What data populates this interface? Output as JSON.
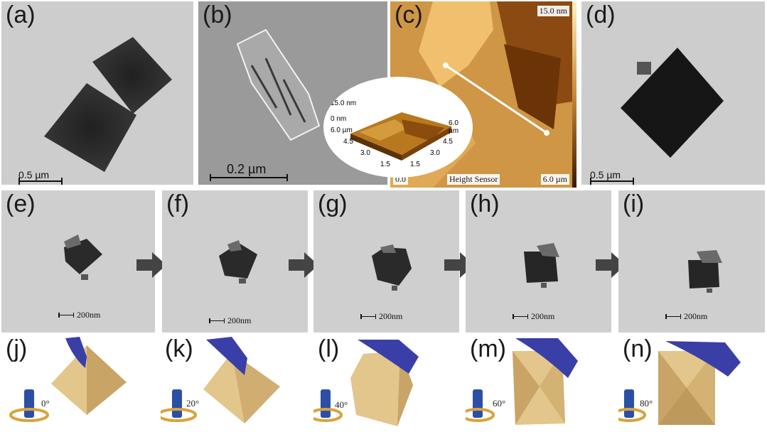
{
  "panels": {
    "a": {
      "label": "(a)",
      "scale": "0.5 µm"
    },
    "b": {
      "label": "(b)",
      "scale": "0.2 µm"
    },
    "c": {
      "label": "(c)",
      "zmax": "15.0 nm",
      "zmin": "0.0",
      "sensor": "Height Sensor",
      "width": "6.0 µm",
      "inset": {
        "z_top": "15.0 nm",
        "z_bot": "0 nm",
        "left_axis": [
          "6.0 µm",
          "4.5",
          "3.0",
          "1.5"
        ],
        "right_axis": [
          "6.0 µm",
          "4.5",
          "3.0",
          "1.5"
        ]
      }
    },
    "d": {
      "label": "(d)",
      "scale": "0.5 µm"
    },
    "e": {
      "label": "(e)",
      "scale": "200nm"
    },
    "f": {
      "label": "(f)",
      "scale": "200nm"
    },
    "g": {
      "label": "(g)",
      "scale": "200nm"
    },
    "h": {
      "label": "(h)",
      "scale": "200nm"
    },
    "i": {
      "label": "(i)",
      "scale": "200nm"
    },
    "j": {
      "label": "(j)",
      "angle": "0°"
    },
    "k": {
      "label": "(k)",
      "angle": "20°"
    },
    "l": {
      "label": "(l)",
      "angle": "40°"
    },
    "m": {
      "label": "(m)",
      "angle": "60°"
    },
    "n": {
      "label": "(n)",
      "angle": "80°"
    }
  },
  "colors": {
    "tem_bg": "#c9c9c9",
    "particle": "#1e1e1e",
    "afm_dark": "#6b3406",
    "afm_light": "#d9a04a",
    "octa_face": "#e3c68c",
    "octa_shade": "#c8a466",
    "shell": "#3a3fa8",
    "arrow": "#444444",
    "holder": "#2c4fa6",
    "ring": "#d9a23a"
  }
}
